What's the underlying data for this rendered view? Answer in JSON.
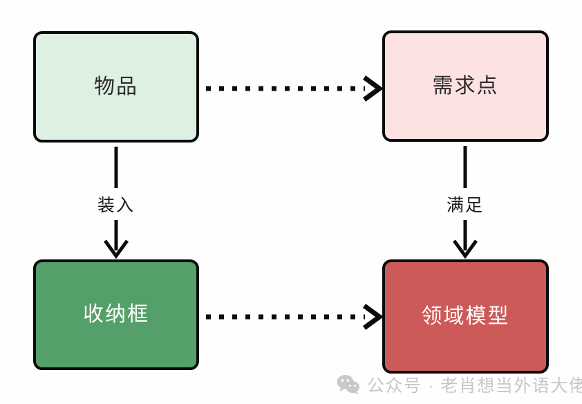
{
  "diagram": {
    "background_color": "#fefefe",
    "border_color": "#0b0b0b",
    "nodes": [
      {
        "id": "item",
        "label": "物品",
        "fill": "#ddf0e1",
        "text_color": "#2b2b2b",
        "position": "top-left"
      },
      {
        "id": "demand",
        "label": "需求点",
        "fill": "#fce2e1",
        "text_color": "#2b2b2b",
        "position": "top-right"
      },
      {
        "id": "container",
        "label": "收纳框",
        "fill": "#55a06a",
        "text_color": "#ffffff",
        "position": "bottom-left"
      },
      {
        "id": "domain",
        "label": "领域模型",
        "fill": "#cc5a58",
        "text_color": "#ffffff",
        "position": "bottom-right"
      }
    ],
    "edges": [
      {
        "id": "item-to-demand",
        "from": "item",
        "to": "demand",
        "label": "",
        "style": "dotted",
        "arrowhead": "open-chevron",
        "direction": "horizontal"
      },
      {
        "id": "item-to-container",
        "from": "item",
        "to": "container",
        "label": "装入",
        "style": "solid",
        "arrowhead": "open-chevron",
        "direction": "vertical"
      },
      {
        "id": "demand-to-domain",
        "from": "demand",
        "to": "domain",
        "label": "满足",
        "style": "solid",
        "arrowhead": "open-chevron",
        "direction": "vertical"
      },
      {
        "id": "container-to-domain",
        "from": "container",
        "to": "domain",
        "label": "",
        "style": "dotted",
        "arrowhead": "open-chevron",
        "direction": "horizontal"
      }
    ]
  },
  "watermark": {
    "icon": "wechat-icon",
    "text": "公众号 · 老肖想当外语大佬",
    "color": "#c7c7c7"
  }
}
